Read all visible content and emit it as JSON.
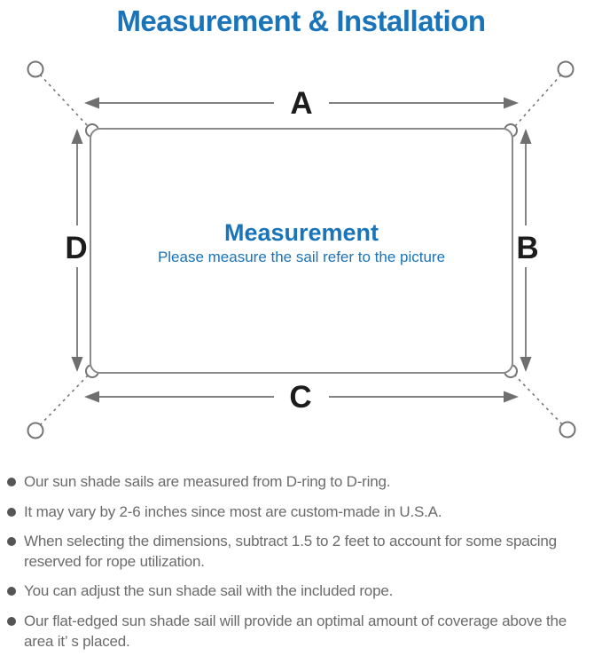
{
  "header": {
    "title": "Measurement & Installation"
  },
  "diagram": {
    "dimension_labels": {
      "top": "A",
      "right": "B",
      "bottom": "C",
      "left": "D"
    },
    "center": {
      "heading": "Measurement",
      "subheading": "Please measure the sail refer to the picture"
    }
  },
  "notes": [
    "Our sun shade sails are measured from D-ring to D-ring.",
    "It may vary by 2-6 inches since most are custom-made in U.S.A.",
    "When selecting the dimensions, subtract 1.5 to 2 feet to account for some spacing reserved for rope utilization.",
    "You can adjust the sun shade sail with the included rope.",
    "Our flat-edged sun shade sail will provide an optimal amount of coverage above the area it’ s placed."
  ],
  "colors": {
    "accent_blue": "#1a74ba",
    "diagram_line_gray": "#6f6f6f",
    "dimension_label_black": "#1c1c1c",
    "note_text_gray": "#6b6b6b"
  }
}
